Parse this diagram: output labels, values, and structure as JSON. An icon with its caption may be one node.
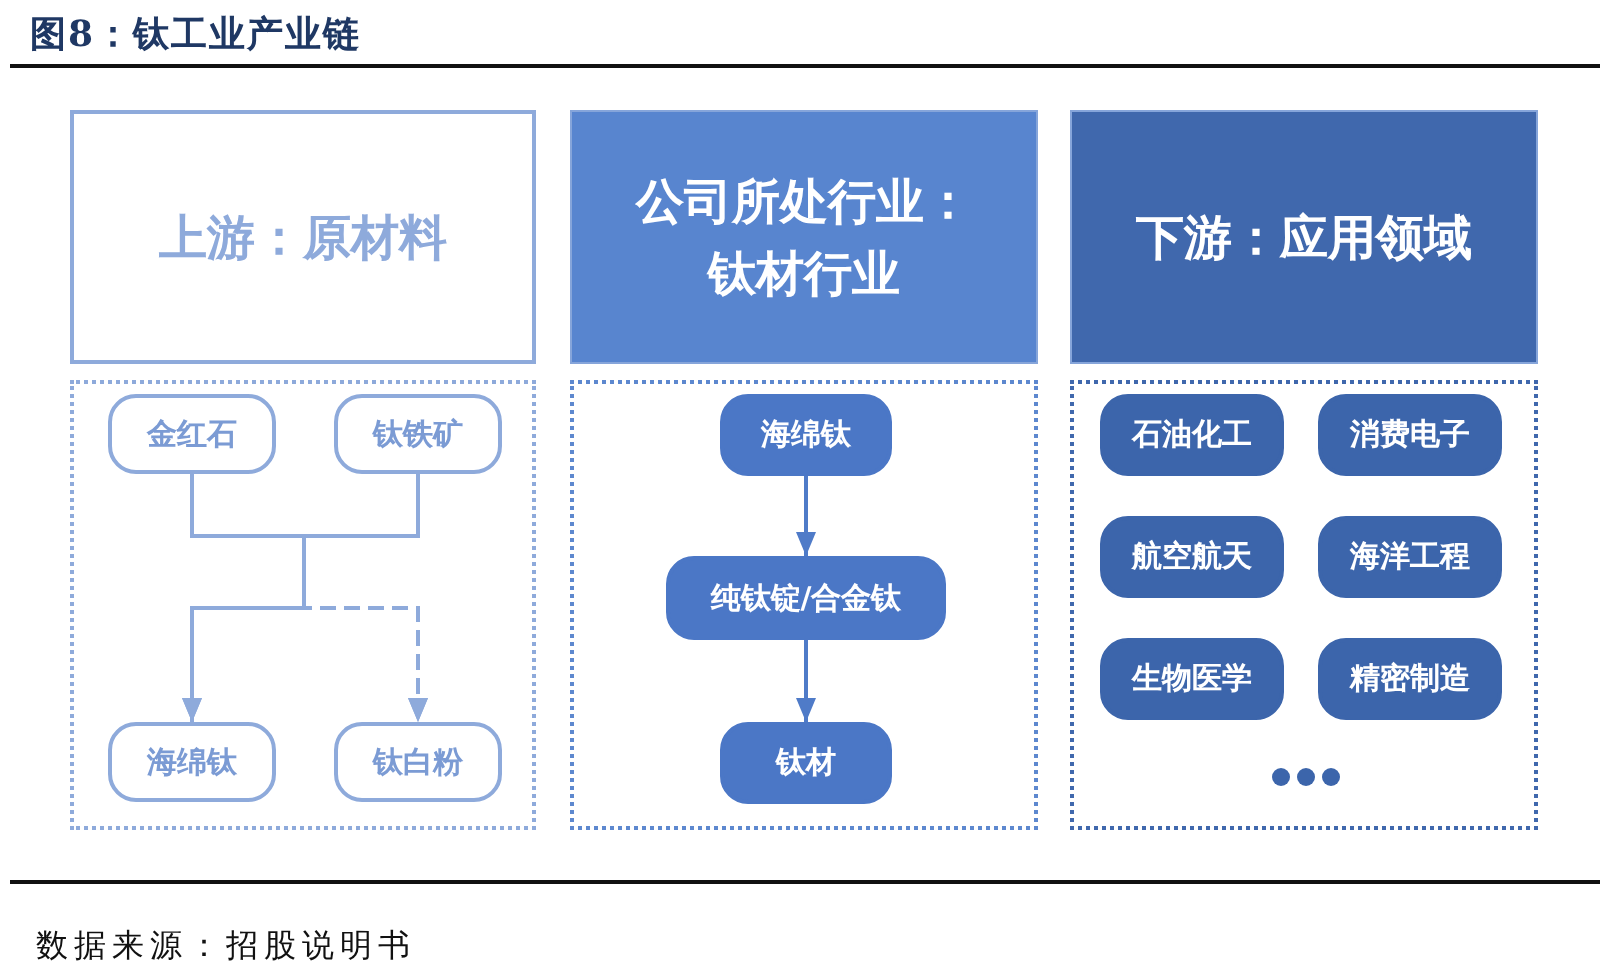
{
  "diagram": {
    "title": "图8：钛工业产业链",
    "nodes": [
      {
        "text": [
          "上游：原材料"
        ]
      },
      {
        "text": [
          "公司所处行业：钛材行业"
        ]
      },
      {
        "text": [
          "下游：应用领域"
        ]
      },
      {
        "text": [],
        "shape": "box"
      },
      {
        "text": [
          "金红石"
        ],
        "in": 3
      },
      {
        "text": [
          "钛铁矿"
        ],
        "in": 3
      },
      {
        "text": [
          "海绵钛"
        ],
        "in": 3
      },
      {
        "text": [
          "钛白粉"
        ],
        "in": 3
      },
      {
        "text": [],
        "shape": "box"
      },
      {
        "text": [
          "海绵钛"
        ],
        "in": 8
      },
      {
        "text": [
          "纯钛锭/合金钛"
        ],
        "in": 8
      },
      {
        "text": [
          "钛材"
        ],
        "in": 8
      },
      {
        "text": [],
        "shape": "box"
      },
      {
        "text": [
          "石油化工"
        ],
        "in": 12
      },
      {
        "text": [
          "消费电子"
        ],
        "in": 12
      },
      {
        "text": [
          "航空航天"
        ],
        "in": 12
      },
      {
        "text": [
          "海洋工程"
        ],
        "in": 12
      },
      {
        "text": [
          "生物医学"
        ],
        "in": 12
      },
      {
        "text": [
          "精密制造"
        ],
        "in": 12
      }
    ],
    "edges": [
      {
        "from": 4,
        "to": 6,
        "arrow": "to"
      },
      {
        "from": 5,
        "to": 6,
        "arrow": "to"
      },
      {
        "from": 4,
        "to": 7,
        "arrow": "to",
        "style": "dashed"
      },
      {
        "from": 5,
        "to": 7,
        "arrow": "to",
        "style": "dashed"
      },
      {
        "from": 9,
        "to": 10,
        "arrow": "to",
        "color": "#4f7bc8"
      },
      {
        "from": 10,
        "to": 11,
        "arrow": "to",
        "color": "#4f7bc8"
      }
    ],
    "labels": [
      "数据来源：招股说明书"
    ]
  }
}
